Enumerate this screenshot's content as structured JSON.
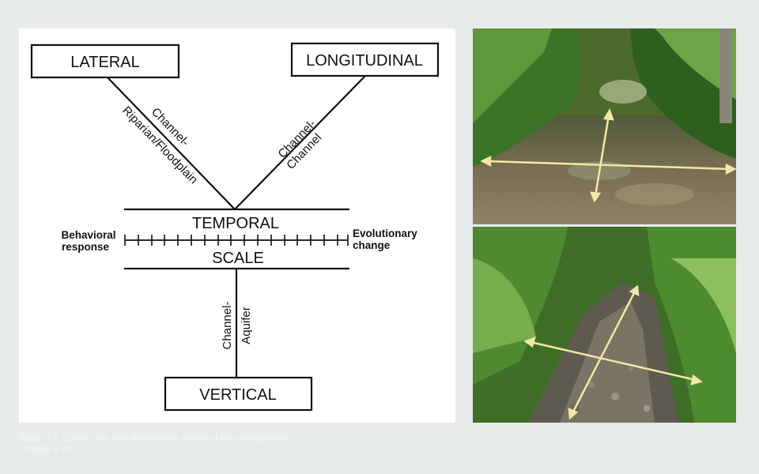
{
  "diagram": {
    "lateral": "LATERAL",
    "longitudinal": "LONGITUDINAL",
    "vertical": "VERTICAL",
    "temporal": "TEMPORAL",
    "scale": "SCALE",
    "channel_riparian_1": "Channel-",
    "channel_riparian_2": "Riparian/Floodplain",
    "channel_channel_1": "Channel-",
    "channel_channel_2": "Channel",
    "channel_aquifer_1": "Channel-",
    "channel_aquifer_2": "Aquifer",
    "behavioral_1": "Behavioral",
    "behavioral_2": "response",
    "evolutionary_1": "Evolutionary",
    "evolutionary_2": "change"
  },
  "caption": {
    "line1": "Ward, J.V. (1989). The four-dimensional nature of lotic ecosystems.",
    "line2": "J.NABS 8:2-8"
  },
  "colors": {
    "arrow": "#f2e7a6",
    "foliage": "#3f7a2a",
    "water": "#7d7358",
    "rocks": "#5b564c"
  }
}
